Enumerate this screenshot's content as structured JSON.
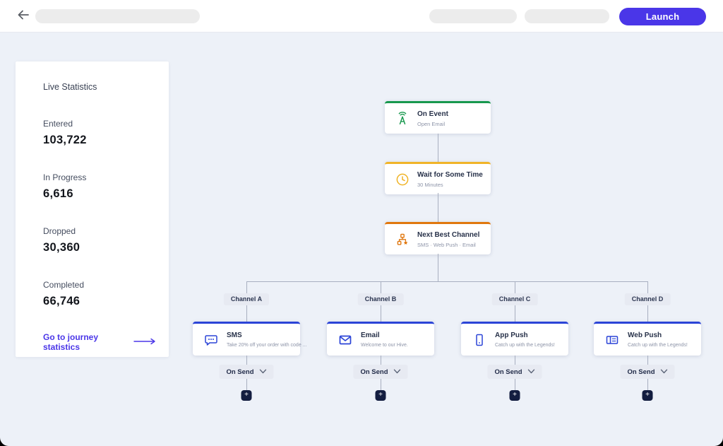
{
  "topbar": {
    "launch_label": "Launch"
  },
  "stats": {
    "title": "Live Statistics",
    "items": [
      {
        "label": "Entered",
        "value": "103,722"
      },
      {
        "label": "In Progress",
        "value": "6,616"
      },
      {
        "label": "Dropped",
        "value": "30,360"
      },
      {
        "label": "Completed",
        "value": "66,746"
      }
    ],
    "link_label": "Go to journey statistics"
  },
  "flow": {
    "trigger": {
      "title": "On Event",
      "subtitle": "Open Email"
    },
    "wait": {
      "title": "Wait for Some Time",
      "subtitle": "30 Minutes"
    },
    "split": {
      "title": "Next Best Channel",
      "subtitle": "SMS · Web Push · Email"
    },
    "branches": [
      {
        "channel_label": "Channel A",
        "title": "SMS",
        "subtitle": "Take 20% off your order with code ...",
        "on_label": "On Send"
      },
      {
        "channel_label": "Channel B",
        "title": "Email",
        "subtitle": "Welcome to our Hive.",
        "on_label": "On Send"
      },
      {
        "channel_label": "Channel C",
        "title": "App Push",
        "subtitle": "Catch up with the Legends!",
        "on_label": "On Send"
      },
      {
        "channel_label": "Channel D",
        "title": "Web Push",
        "subtitle": "Catch up with the Legends!",
        "on_label": "On Send"
      }
    ],
    "add_label": "+"
  },
  "colors": {
    "launch_button": "#4a36e8",
    "link": "#4a36e8",
    "accent_event_green": "#18984e",
    "accent_wait_amber": "#f0b429",
    "accent_split_orange": "#e0770e",
    "accent_channel_blue": "#2b44d7",
    "plus_button": "#131d40",
    "canvas_background": "#edf1f8"
  }
}
